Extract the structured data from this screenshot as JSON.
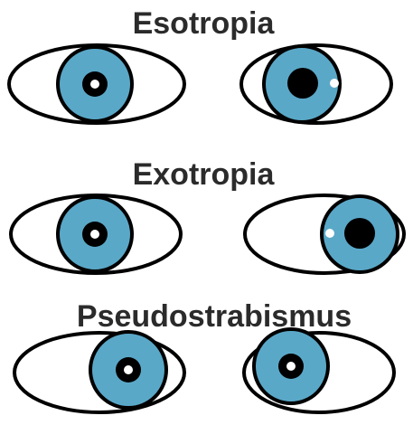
{
  "sections": [
    {
      "title": "Esotropia",
      "left_eye": {
        "iris_color": "#5aa8c8",
        "reflex": "center"
      },
      "right_eye": {
        "iris_color": "#5aa8c8",
        "reflex": "displaced"
      }
    },
    {
      "title": "Exotropia",
      "left_eye": {
        "iris_color": "#5aa8c8",
        "reflex": "center"
      },
      "right_eye": {
        "iris_color": "#5aa8c8",
        "reflex": "displaced"
      }
    },
    {
      "title": "Pseudostrabismus",
      "left_eye": {
        "iris_color": "#5aa8c8",
        "reflex": "center"
      },
      "right_eye": {
        "iris_color": "#5aa8c8",
        "reflex": "center"
      }
    }
  ],
  "colors": {
    "outline": "#000000",
    "sclera": "#ffffff",
    "iris": "#5aa8c8",
    "pupil": "#000000",
    "reflex": "#ffffff",
    "title": "#2b2b2b"
  }
}
